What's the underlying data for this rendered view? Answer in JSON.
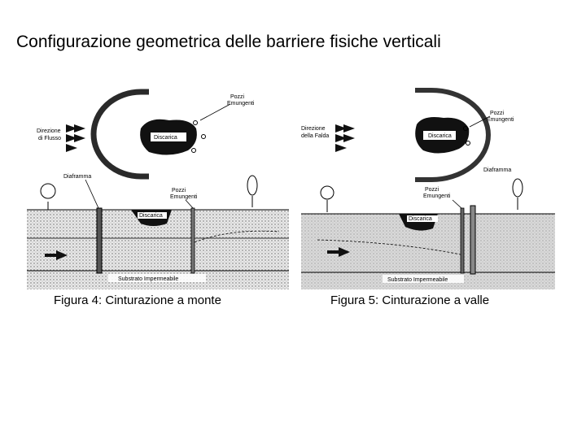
{
  "title": "Configurazione geometrica delle barriere fisiche verticali",
  "figure4": {
    "caption": "Figura 4: Cinturazione a monte",
    "labels": {
      "pozzi_top": "Pozzi\nEmungenti",
      "direzione": "Direzione\ndi Flusso",
      "discarica_top": "Discarica",
      "diaframma": "Diaframma",
      "pozzi_mid": "Pozzi\nEmungenti",
      "discarica_bottom": "Discarica",
      "substrato": "Substrato Impermeabile"
    }
  },
  "figure5": {
    "caption": "Figura 5: Cinturazione a valle",
    "labels": {
      "pozzi_top": "Pozzi\nEmungenti",
      "direzione": "Direzione\ndella Falda",
      "discarica_top": "Discarica",
      "diaframma": "Diaframma",
      "pozzi_mid": "Pozzi\nEmungenti",
      "discarica_bottom": "Discarica",
      "substrato": "Substrato Impermeabile"
    }
  }
}
